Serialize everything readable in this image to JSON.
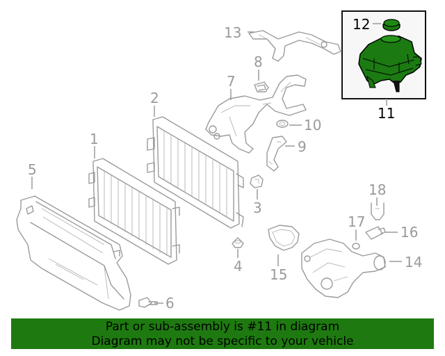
{
  "callouts": {
    "c1": "1",
    "c2": "2",
    "c3": "3",
    "c4": "4",
    "c5": "5",
    "c6": "6",
    "c7": "7",
    "c8": "8",
    "c9": "9",
    "c10": "10",
    "c11": "11",
    "c12": "12",
    "c13": "13",
    "c14": "14",
    "c15": "15",
    "c16": "16",
    "c17": "17",
    "c18": "18"
  },
  "highlight": {
    "part_number": "11",
    "fill_color": "#1b7a12",
    "outline_color": "#000000"
  },
  "banner": {
    "line1": "Part or sub-assembly is #11 in diagram",
    "line2": "Diagram may not be specific to your vehicle",
    "background": "#1e7a10"
  }
}
